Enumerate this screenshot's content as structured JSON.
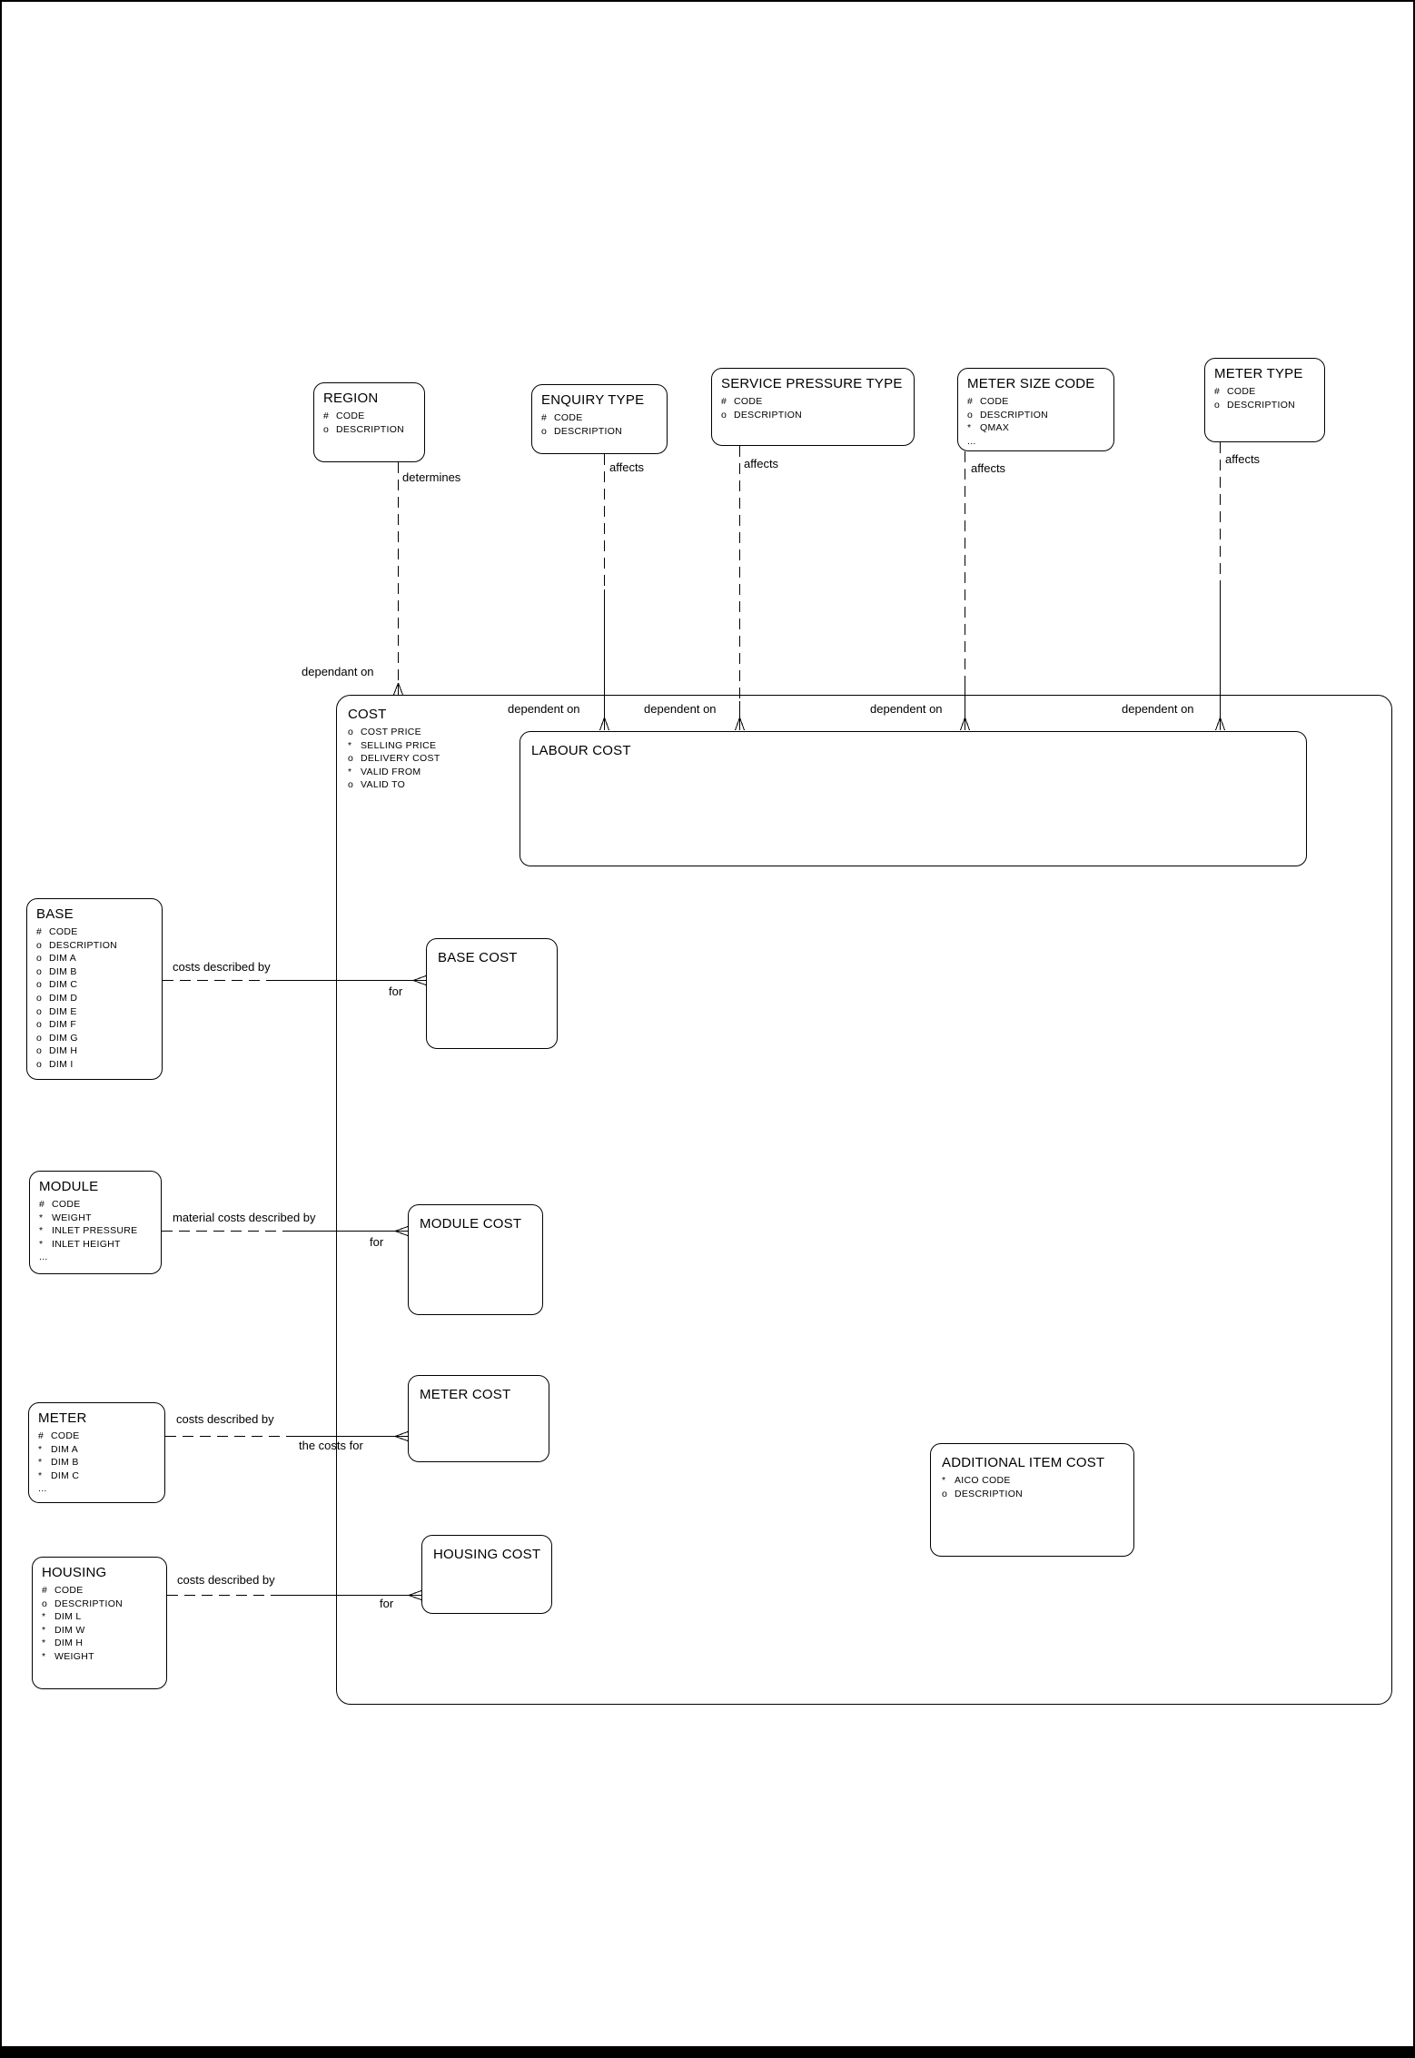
{
  "diagram": {
    "background_color": "#ffffff",
    "line_color": "#000000",
    "text_color": "#000000"
  },
  "entities": {
    "region": {
      "title": "REGION",
      "attrs": [
        {
          "p": "#",
          "n": "CODE"
        },
        {
          "p": "o",
          "n": "DESCRIPTION"
        }
      ]
    },
    "enquiry_type": {
      "title": "ENQUIRY TYPE",
      "attrs": [
        {
          "p": "#",
          "n": "CODE"
        },
        {
          "p": "o",
          "n": "DESCRIPTION"
        }
      ]
    },
    "service_pressure_type": {
      "title": "SERVICE PRESSURE TYPE",
      "attrs": [
        {
          "p": "#",
          "n": "CODE"
        },
        {
          "p": "o",
          "n": "DESCRIPTION"
        }
      ]
    },
    "meter_size_code": {
      "title": "METER SIZE CODE",
      "attrs": [
        {
          "p": "#",
          "n": "CODE"
        },
        {
          "p": "o",
          "n": "DESCRIPTION"
        },
        {
          "p": "*",
          "n": "QMAX"
        },
        {
          "p": "...",
          "n": ""
        }
      ]
    },
    "meter_type": {
      "title": "METER TYPE",
      "attrs": [
        {
          "p": "#",
          "n": "CODE"
        },
        {
          "p": "o",
          "n": "DESCRIPTION"
        }
      ]
    },
    "cost": {
      "title": "COST",
      "attrs": [
        {
          "p": "o",
          "n": "COST PRICE"
        },
        {
          "p": "*",
          "n": "SELLING PRICE"
        },
        {
          "p": "o",
          "n": "DELIVERY COST"
        },
        {
          "p": "*",
          "n": "VALID FROM"
        },
        {
          "p": "o",
          "n": "VALID TO"
        }
      ]
    },
    "labour_cost": {
      "title": "LABOUR COST",
      "attrs": []
    },
    "base": {
      "title": "BASE",
      "attrs": [
        {
          "p": "#",
          "n": "CODE"
        },
        {
          "p": "o",
          "n": "DESCRIPTION"
        },
        {
          "p": "o",
          "n": "DIM A"
        },
        {
          "p": "o",
          "n": "DIM B"
        },
        {
          "p": "o",
          "n": "DIM C"
        },
        {
          "p": "o",
          "n": "DIM D"
        },
        {
          "p": "o",
          "n": "DIM E"
        },
        {
          "p": "o",
          "n": "DIM F"
        },
        {
          "p": "o",
          "n": "DIM G"
        },
        {
          "p": "o",
          "n": "DIM H"
        },
        {
          "p": "o",
          "n": "DIM I"
        }
      ]
    },
    "base_cost": {
      "title": "BASE COST",
      "attrs": []
    },
    "module": {
      "title": "MODULE",
      "attrs": [
        {
          "p": "#",
          "n": "CODE"
        },
        {
          "p": "*",
          "n": "WEIGHT"
        },
        {
          "p": "*",
          "n": "INLET PRESSURE"
        },
        {
          "p": "*",
          "n": "INLET HEIGHT"
        },
        {
          "p": "...",
          "n": ""
        }
      ]
    },
    "module_cost": {
      "title": "MODULE COST",
      "attrs": []
    },
    "meter": {
      "title": "METER",
      "attrs": [
        {
          "p": "#",
          "n": "CODE"
        },
        {
          "p": "*",
          "n": "DIM A"
        },
        {
          "p": "*",
          "n": "DIM B"
        },
        {
          "p": "*",
          "n": "DIM C"
        },
        {
          "p": "...",
          "n": ""
        }
      ]
    },
    "meter_cost": {
      "title": "METER COST",
      "attrs": []
    },
    "housing": {
      "title": "HOUSING",
      "attrs": [
        {
          "p": "#",
          "n": "CODE"
        },
        {
          "p": "o",
          "n": "DESCRIPTION"
        },
        {
          "p": "*",
          "n": "DIM L"
        },
        {
          "p": "*",
          "n": "DIM W"
        },
        {
          "p": "*",
          "n": "DIM H"
        },
        {
          "p": "*",
          "n": "WEIGHT"
        }
      ]
    },
    "housing_cost": {
      "title": "HOUSING COST",
      "attrs": []
    },
    "additional_item_cost": {
      "title": "ADDITIONAL ITEM COST",
      "attrs": [
        {
          "p": "*",
          "n": "AICO CODE"
        },
        {
          "p": "o",
          "n": "DESCRIPTION"
        }
      ]
    }
  },
  "relationships": {
    "region_cost": {
      "near_label": "determines",
      "far_label": "dependant on"
    },
    "enquiry_cost": {
      "near_label": "affects",
      "far_label": "dependent on"
    },
    "service_cost": {
      "near_label": "affects",
      "far_label": "dependent on"
    },
    "meter_size_cost": {
      "near_label": "affects",
      "far_label": "dependent on"
    },
    "meter_type_cost": {
      "near_label": "affects",
      "far_label": "dependent on"
    },
    "base_base_cost": {
      "near_label": "costs described by",
      "far_label": "for"
    },
    "module_module_cost": {
      "near_label": "material costs described by",
      "far_label": "for"
    },
    "meter_meter_cost": {
      "near_label": "costs described by",
      "far_label": "the costs for"
    },
    "housing_housing_cost": {
      "near_label": "costs described by",
      "far_label": "for"
    }
  }
}
